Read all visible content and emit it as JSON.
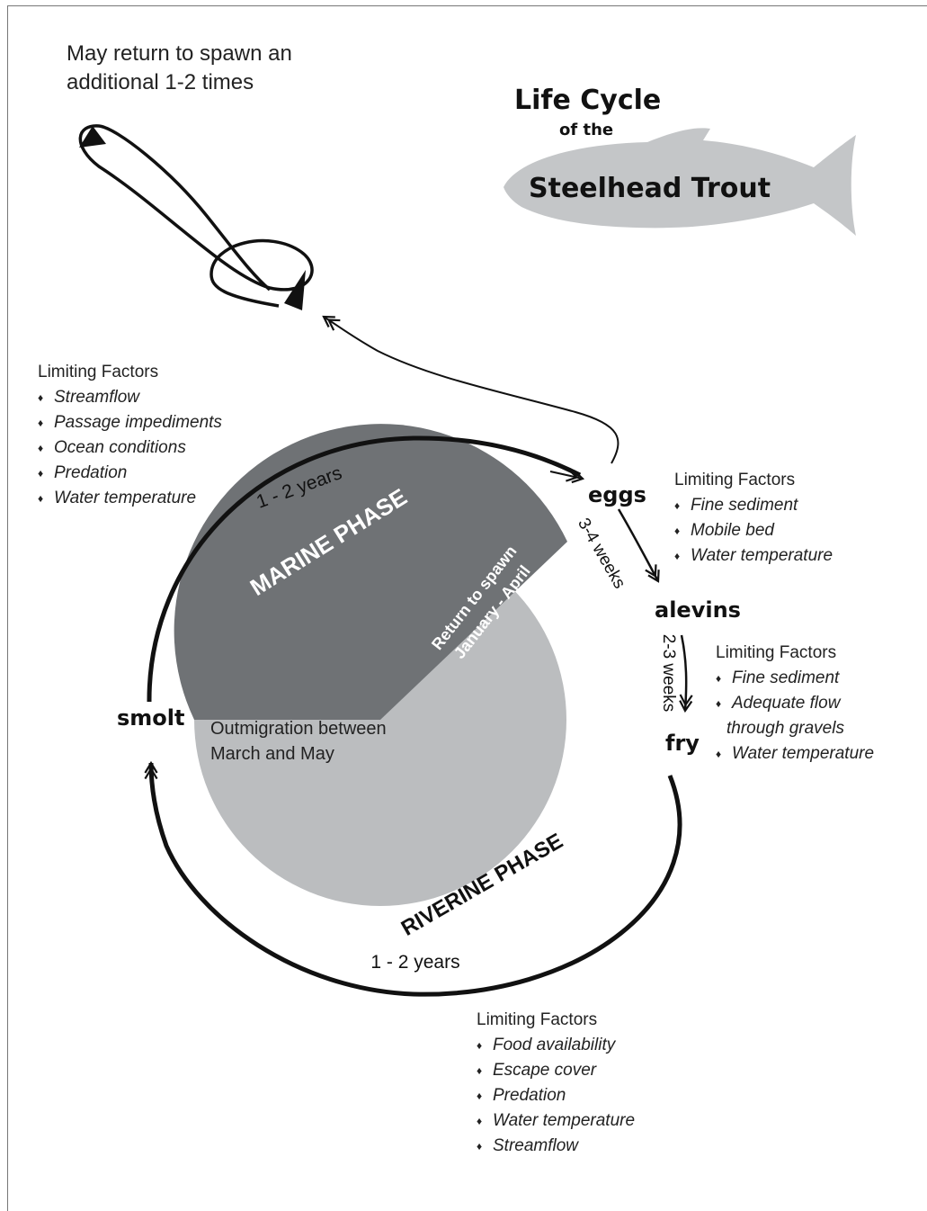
{
  "respawn_note": "May return to spawn an additional 1-2 times",
  "title": {
    "line1": "Life Cycle",
    "line2": "of the",
    "line3": "Steelhead Trout"
  },
  "phases": {
    "marine": "MARINE PHASE",
    "riverine": "RIVERINE PHASE",
    "return_line1": "Return to spawn",
    "return_line2": "January - April",
    "outmigration": "Outmigration between March and May"
  },
  "stages": {
    "eggs": "eggs",
    "alevins": "alevins",
    "fry": "fry",
    "smolt": "smolt"
  },
  "durations": {
    "marine": "1 - 2 years",
    "riverine": "1 - 2 years",
    "eggs_to_alevins": "3-4 weeks",
    "alevins_to_fry": "2-3 weeks"
  },
  "limiting_factors": {
    "ocean": {
      "heading": "Limiting Factors",
      "items": [
        "Streamflow",
        "Passage impediments",
        "Ocean conditions",
        "Predation",
        "Water temperature"
      ]
    },
    "eggs": {
      "heading": "Limiting Factors",
      "items": [
        "Fine sediment",
        "Mobile bed",
        "Water temperature"
      ]
    },
    "alevins": {
      "heading": "Limiting Factors",
      "items": [
        "Fine sediment",
        "Adequate flow",
        "through gravels",
        "Water temperature"
      ]
    },
    "riverine": {
      "heading": "Limiting Factors",
      "items": [
        "Food availability",
        "Escape cover",
        "Predation",
        "Water temperature",
        "Streamflow"
      ]
    }
  },
  "colors": {
    "marine": "#6f7275",
    "riverine": "#bbbdbf",
    "fish": "#c4c6c8",
    "ink": "#111111"
  }
}
